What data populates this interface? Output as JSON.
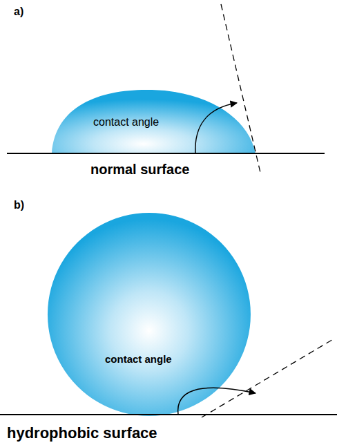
{
  "diagram": {
    "nodes": [
      {
        "text": [
          "contact angle"
        ]
      },
      {
        "text": [
          "contact angle"
        ]
      }
    ],
    "labels": [
      "a)",
      "normal surface",
      "b)",
      "hydrophobic surface"
    ]
  }
}
